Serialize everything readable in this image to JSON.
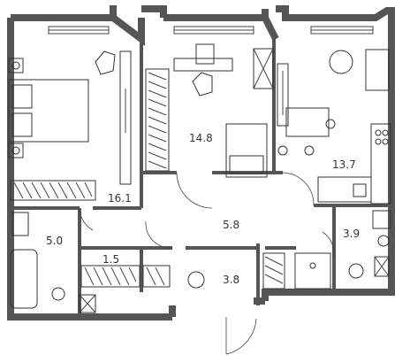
{
  "rooms": [
    {
      "id": "bedroom",
      "area": "16.1"
    },
    {
      "id": "bedroom2",
      "area": "14.8"
    },
    {
      "id": "kitchen",
      "area": "13.7"
    },
    {
      "id": "bathroom",
      "area": "5.0"
    },
    {
      "id": "corridor",
      "area": "5.8"
    },
    {
      "id": "wc",
      "area": "3.9"
    },
    {
      "id": "closet",
      "area": "1.5"
    },
    {
      "id": "hall",
      "area": "3.8"
    }
  ],
  "colors": {
    "wall": "#555555",
    "line": "#333333",
    "background": "#ffffff"
  }
}
